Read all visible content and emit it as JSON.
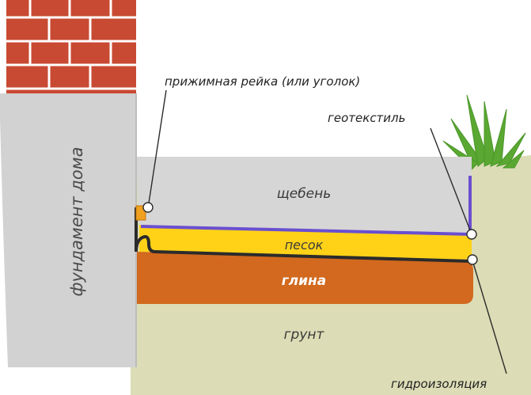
{
  "labels": {
    "foundation": "фундамент дома",
    "clamp": "прижимная рейка (или уголок)",
    "geotextile": "геотекстиль",
    "waterproofing": "гидроизоляция"
  },
  "layers": {
    "gravel": "щебень",
    "sand": "песок",
    "clay": "глина",
    "soil": "грунт"
  },
  "colors": {
    "brick": "#c84a32",
    "mortar": "#ffffff",
    "foundation": "#d2d2d2",
    "gravel": "#d6d6d6",
    "sand": "#ffd218",
    "clay": "#d2691e",
    "soil": "#dcdcb6",
    "geotextile": "#6a4fd0",
    "waterproofing": "#2b2b2b",
    "grass": "#5aa832"
  }
}
